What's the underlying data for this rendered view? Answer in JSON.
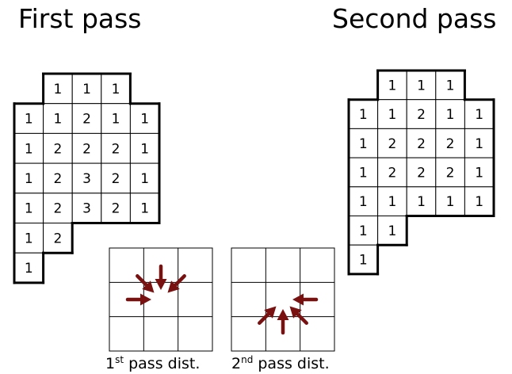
{
  "first_pass": {
    "title": "First pass",
    "rows": [
      [
        "",
        "1",
        "1",
        "1",
        ""
      ],
      [
        "1",
        "1",
        "2",
        "1",
        "1"
      ],
      [
        "1",
        "2",
        "2",
        "2",
        "1"
      ],
      [
        "1",
        "2",
        "3",
        "2",
        "1"
      ],
      [
        "1",
        "2",
        "3",
        "2",
        "1"
      ],
      [
        "1",
        "2",
        "",
        "",
        ""
      ],
      [
        "1",
        "",
        "",
        "",
        ""
      ]
    ]
  },
  "second_pass": {
    "title": "Second pass",
    "rows": [
      [
        "",
        "1",
        "1",
        "1",
        ""
      ],
      [
        "1",
        "1",
        "2",
        "1",
        "1"
      ],
      [
        "1",
        "2",
        "2",
        "2",
        "1"
      ],
      [
        "1",
        "2",
        "2",
        "2",
        "1"
      ],
      [
        "1",
        "1",
        "1",
        "1",
        "1"
      ],
      [
        "1",
        "1",
        "",
        "",
        ""
      ],
      [
        "1",
        "",
        "",
        "",
        ""
      ]
    ]
  },
  "kernels": {
    "first": {
      "caption_main": "1",
      "caption_sup": "st",
      "caption_rest": " pass dist.",
      "arrow_color": "#7a1111",
      "arrow_sources": [
        "top-left",
        "top-center",
        "top-right",
        "left"
      ]
    },
    "second": {
      "caption_main": "2",
      "caption_sup": "nd",
      "caption_rest": " pass dist.",
      "arrow_color": "#7a1111",
      "arrow_sources": [
        "right",
        "bottom-left",
        "bottom-center",
        "bottom-right"
      ]
    }
  }
}
